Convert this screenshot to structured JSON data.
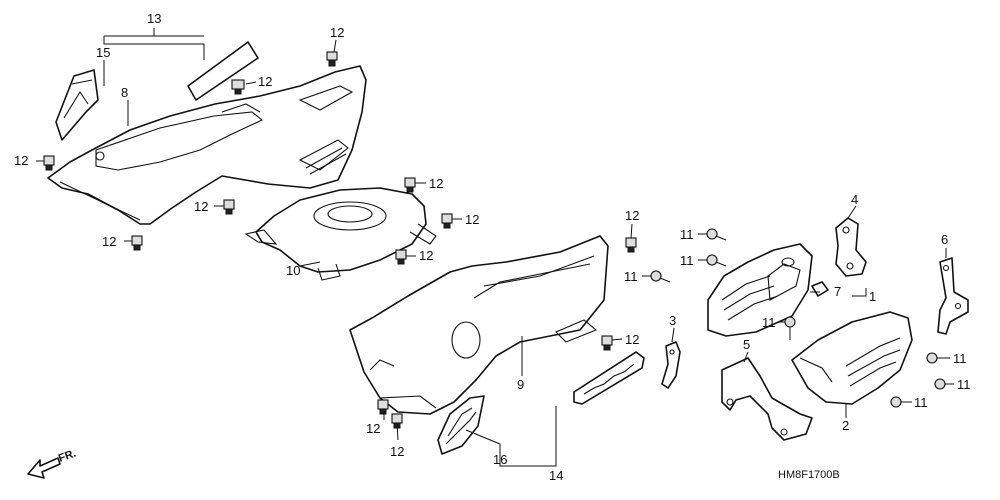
{
  "callouts": {
    "c1": "1",
    "c2": "2",
    "c3": "3",
    "c4": "4",
    "c5": "5",
    "c6": "6",
    "c7": "7",
    "c8": "8",
    "c9": "9",
    "c10": "10",
    "c11a": "11",
    "c11b": "11",
    "c11c": "11",
    "c11d": "11",
    "c11e": "11",
    "c11f": "11",
    "c11g": "11",
    "c12a": "12",
    "c12b": "12",
    "c12c": "12",
    "c12d": "12",
    "c12e": "12",
    "c12f": "12",
    "c12g": "12",
    "c12h": "12",
    "c12i": "12",
    "c12j": "12",
    "c12k": "12",
    "c12l": "12",
    "c13": "13",
    "c14": "14",
    "c15": "15",
    "c16": "16"
  },
  "diagram_code": "HM8F1700B",
  "front_indicator": "FR."
}
